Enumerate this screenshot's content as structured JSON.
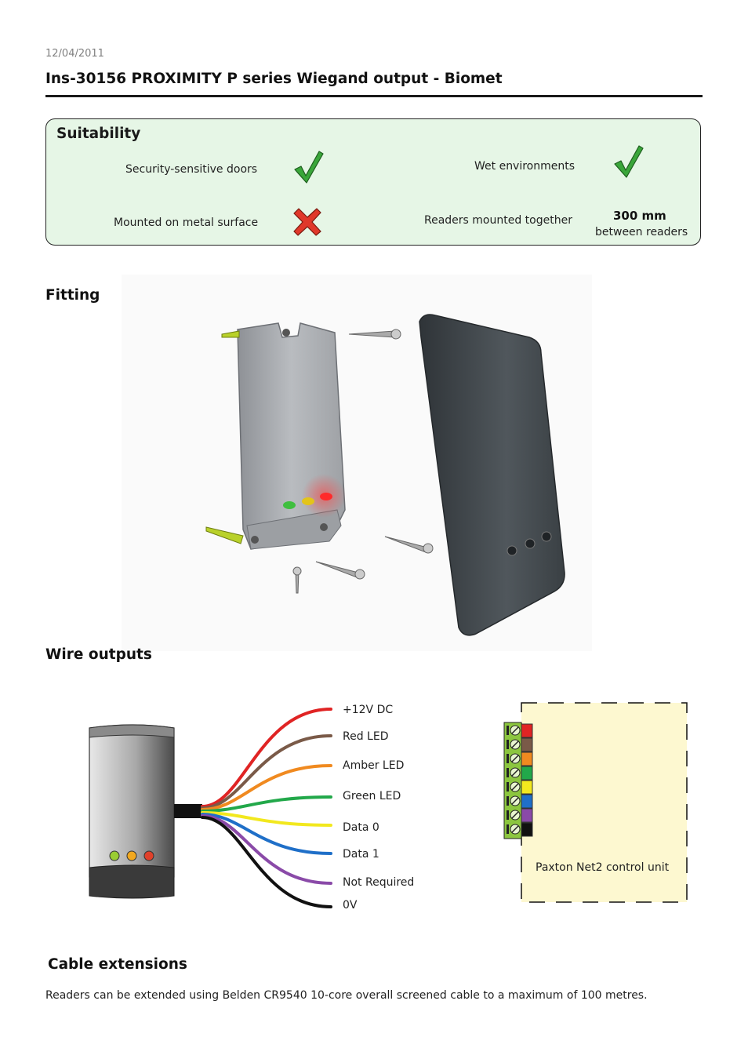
{
  "header": {
    "date": "12/04/2011",
    "title": "Ins-30156  PROXIMITY P series Wiegand output - Biomet"
  },
  "suitability": {
    "heading": "Suitability",
    "items": [
      {
        "label": "Security-sensitive doors",
        "status": "check"
      },
      {
        "label": "Wet environments",
        "status": "check"
      },
      {
        "label": "Mounted on metal surface",
        "status": "cross"
      },
      {
        "label": "Readers mounted together",
        "status": "distance",
        "value": "300 mm",
        "note": "between readers"
      }
    ],
    "colors": {
      "background": "#e6f6e6",
      "check": "#3aa63a",
      "cross": "#e0382a"
    }
  },
  "fitting": {
    "heading": "Fitting"
  },
  "wire_outputs": {
    "heading": "Wire outputs",
    "wires": [
      {
        "label": "+12V DC",
        "color": "#e02424"
      },
      {
        "label": "Red LED",
        "color": "#7a5a48"
      },
      {
        "label": "Amber LED",
        "color": "#f08a20"
      },
      {
        "label": "Green LED",
        "color": "#22a84a"
      },
      {
        "label": "Data 0",
        "color": "#f2e81e"
      },
      {
        "label": "Data 1",
        "color": "#1f6fc8"
      },
      {
        "label": "Not Required",
        "color": "#8a4aa8"
      },
      {
        "label": "0V",
        "color": "#111111"
      }
    ],
    "control_unit_label": "Paxton Net2 control unit",
    "terminal_colors": [
      "#e02424",
      "#7a5a48",
      "#f08a20",
      "#22a84a",
      "#f2e81e",
      "#1f6fc8",
      "#8a4aa8",
      "#111111"
    ]
  },
  "cable_extensions": {
    "heading": "Cable extensions",
    "text": "Readers can be extended using Belden CR9540 10-core overall screened cable to a maximum of 100 metres."
  }
}
